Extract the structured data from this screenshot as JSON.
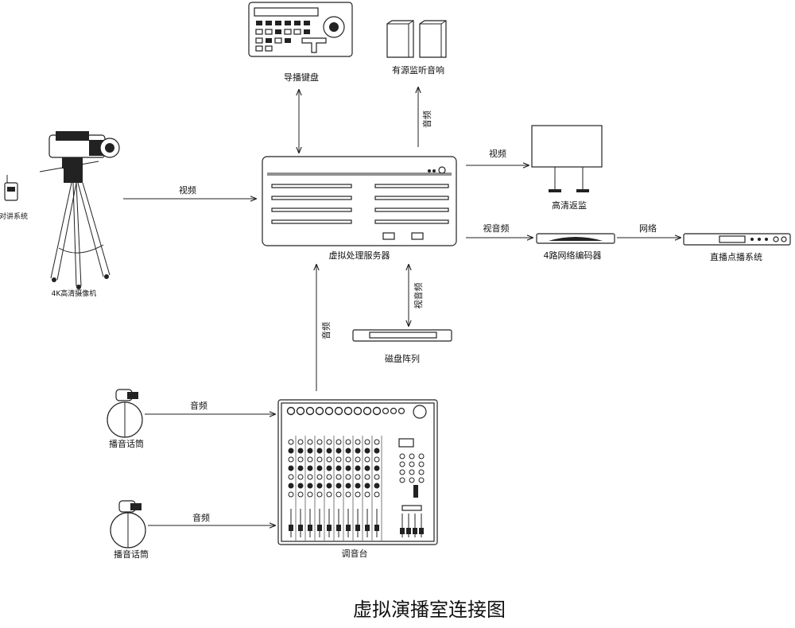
{
  "title": "虚拟演播室连接图",
  "devices": {
    "keyboard": "导播键盘",
    "speakers": "有源监听音响",
    "server": "虚拟处理服务器",
    "monitor": "高清返监",
    "encoder": "4路网络编码器",
    "vod": "直播点播系统",
    "camera": "4K高清摄像机",
    "intercom": "对讲系统",
    "disk": "磁盘阵列",
    "mixer": "调音台",
    "mic1": "播音话筒",
    "mic2": "播音话筒"
  },
  "links": {
    "cam_server": "视频",
    "server_speakers": "音频",
    "server_monitor": "视频",
    "server_encoder": "视音频",
    "encoder_vod": "网络",
    "server_disk": "视音频",
    "mixer_server": "音频",
    "mic1_mixer": "音频",
    "mic2_mixer": "音频"
  }
}
